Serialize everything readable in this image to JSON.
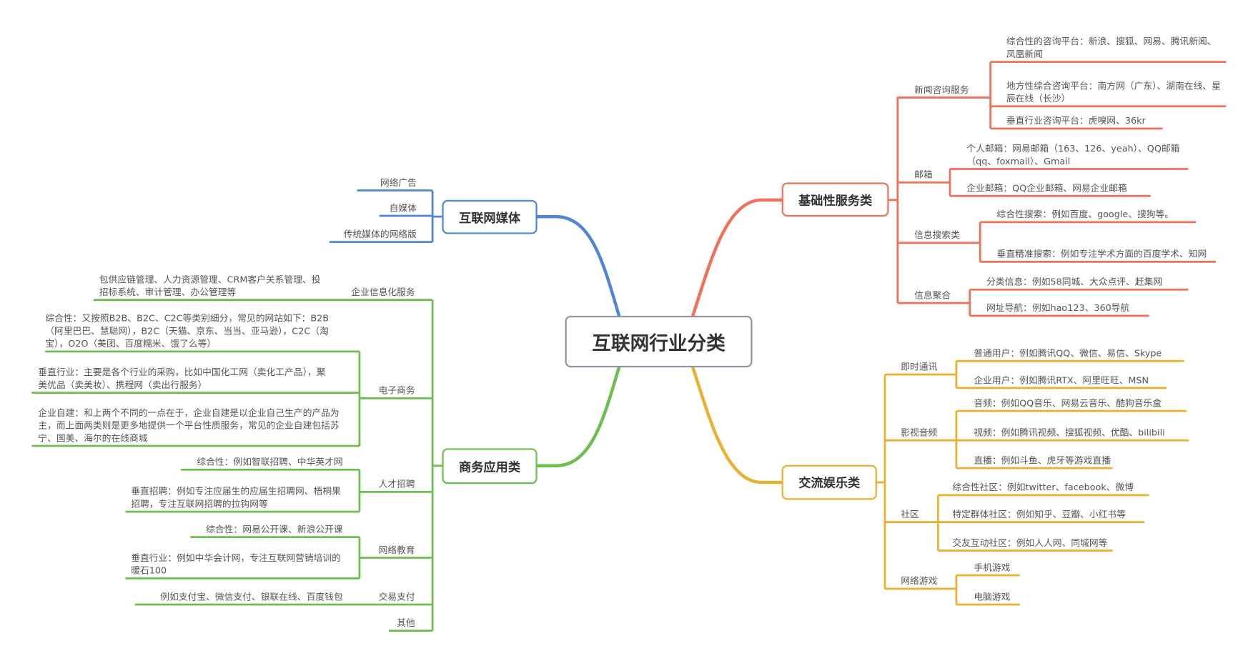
{
  "root": "互联网行业分类",
  "colors": {
    "basic": "#f0705a",
    "social": "#eab02f",
    "media": "#4f86d6",
    "business": "#6cbf4f"
  },
  "basic": {
    "label": "基础性服务类",
    "groups": [
      {
        "label": "新闻咨询服务",
        "items": [
          "综合性的咨询平台：新浪、搜狐、网易、腾讯新闻、凤凰新闻",
          "地方性综合咨询平台：南方网（广东）、湖南在线、星辰在线（长沙）",
          "垂直行业咨询平台：虎嗅网、36kr"
        ]
      },
      {
        "label": "邮箱",
        "items": [
          "个人邮箱：网易邮箱（163、126、yeah）、QQ邮箱（qq、foxmail）、Gmail",
          "企业邮箱：QQ企业邮箱、网易企业邮箱"
        ]
      },
      {
        "label": "信息搜索类",
        "items": [
          "综合性搜索：例如百度、google、搜狗等。",
          "垂直精准搜索：例如专注学术方面的百度学术、知网"
        ]
      },
      {
        "label": "信息聚合",
        "items": [
          "分类信息：例如58同城、大众点评、赶集网",
          "网址导航：例如hao123、360导航"
        ]
      }
    ]
  },
  "social": {
    "label": "交流娱乐类",
    "groups": [
      {
        "label": "即时通讯",
        "items": [
          "普通用户：例如腾讯QQ、微信、易信、Skype",
          "企业用户：例如腾讯RTX、阿里旺旺、MSN"
        ]
      },
      {
        "label": "影视音频",
        "items": [
          "音频：例如QQ音乐、网易云音乐、酷狗音乐盒",
          "视频：例如腾讯视频、搜狐视频、优酷、bilibili",
          "直播：例如斗鱼、虎牙等游戏直播"
        ]
      },
      {
        "label": "社区",
        "items": [
          "综合性社区：例如twitter、facebook、微博",
          "特定群体社区：例如知乎、豆瓣、小红书等",
          "交友互动社区：例如人人网、同城网等"
        ]
      },
      {
        "label": "网络游戏",
        "items": [
          "手机游戏",
          "电脑游戏"
        ]
      }
    ]
  },
  "media": {
    "label": "互联网媒体",
    "items": [
      "网络广告",
      "自媒体",
      "传统媒体的网络版"
    ]
  },
  "business": {
    "label": "商务应用类",
    "groups": [
      {
        "label": "企业信息化服务",
        "items": [
          "包供应链管理、人力资源管理、CRM客户关系管理、投招标系统、审计管理、办公管理等"
        ]
      },
      {
        "label": "电子商务",
        "items": [
          "综合性：又按照B2B、B2C、C2C等类别细分，常见的网站如下：B2B（阿里巴巴、慧聪网），B2C（天猫、京东、当当、亚马逊），C2C（淘宝），O2O（美团、百度糯米、饿了么等）",
          "垂直行业：主要是各个行业的采购，比如中国化工网（卖化工产品），聚美优品（卖美妆）、携程网（卖出行服务）",
          "企业自建：和上两个不同的一点在于，企业自建是以企业自己生产的产品为主，而上面两类则是更多地提供一个平台性质服务，常见的企业自建包括苏宁、国美、海尔的在线商城"
        ]
      },
      {
        "label": "人才招聘",
        "items": [
          "综合性：例如智联招聘、中华英才网",
          "垂直招聘：例如专注应届生的应届生招聘网、梧桐果招聘，专注互联网招聘的拉钩网等"
        ]
      },
      {
        "label": "网络教育",
        "items": [
          "综合性：网易公开课、新浪公开课",
          "垂直行业：例如中华会计网，专注互联网营销培训的暖石100"
        ]
      },
      {
        "label": "交易支付",
        "items": [
          "例如支付宝、微信支付、银联在线、百度钱包"
        ]
      },
      {
        "label": "其他",
        "items": []
      }
    ]
  }
}
